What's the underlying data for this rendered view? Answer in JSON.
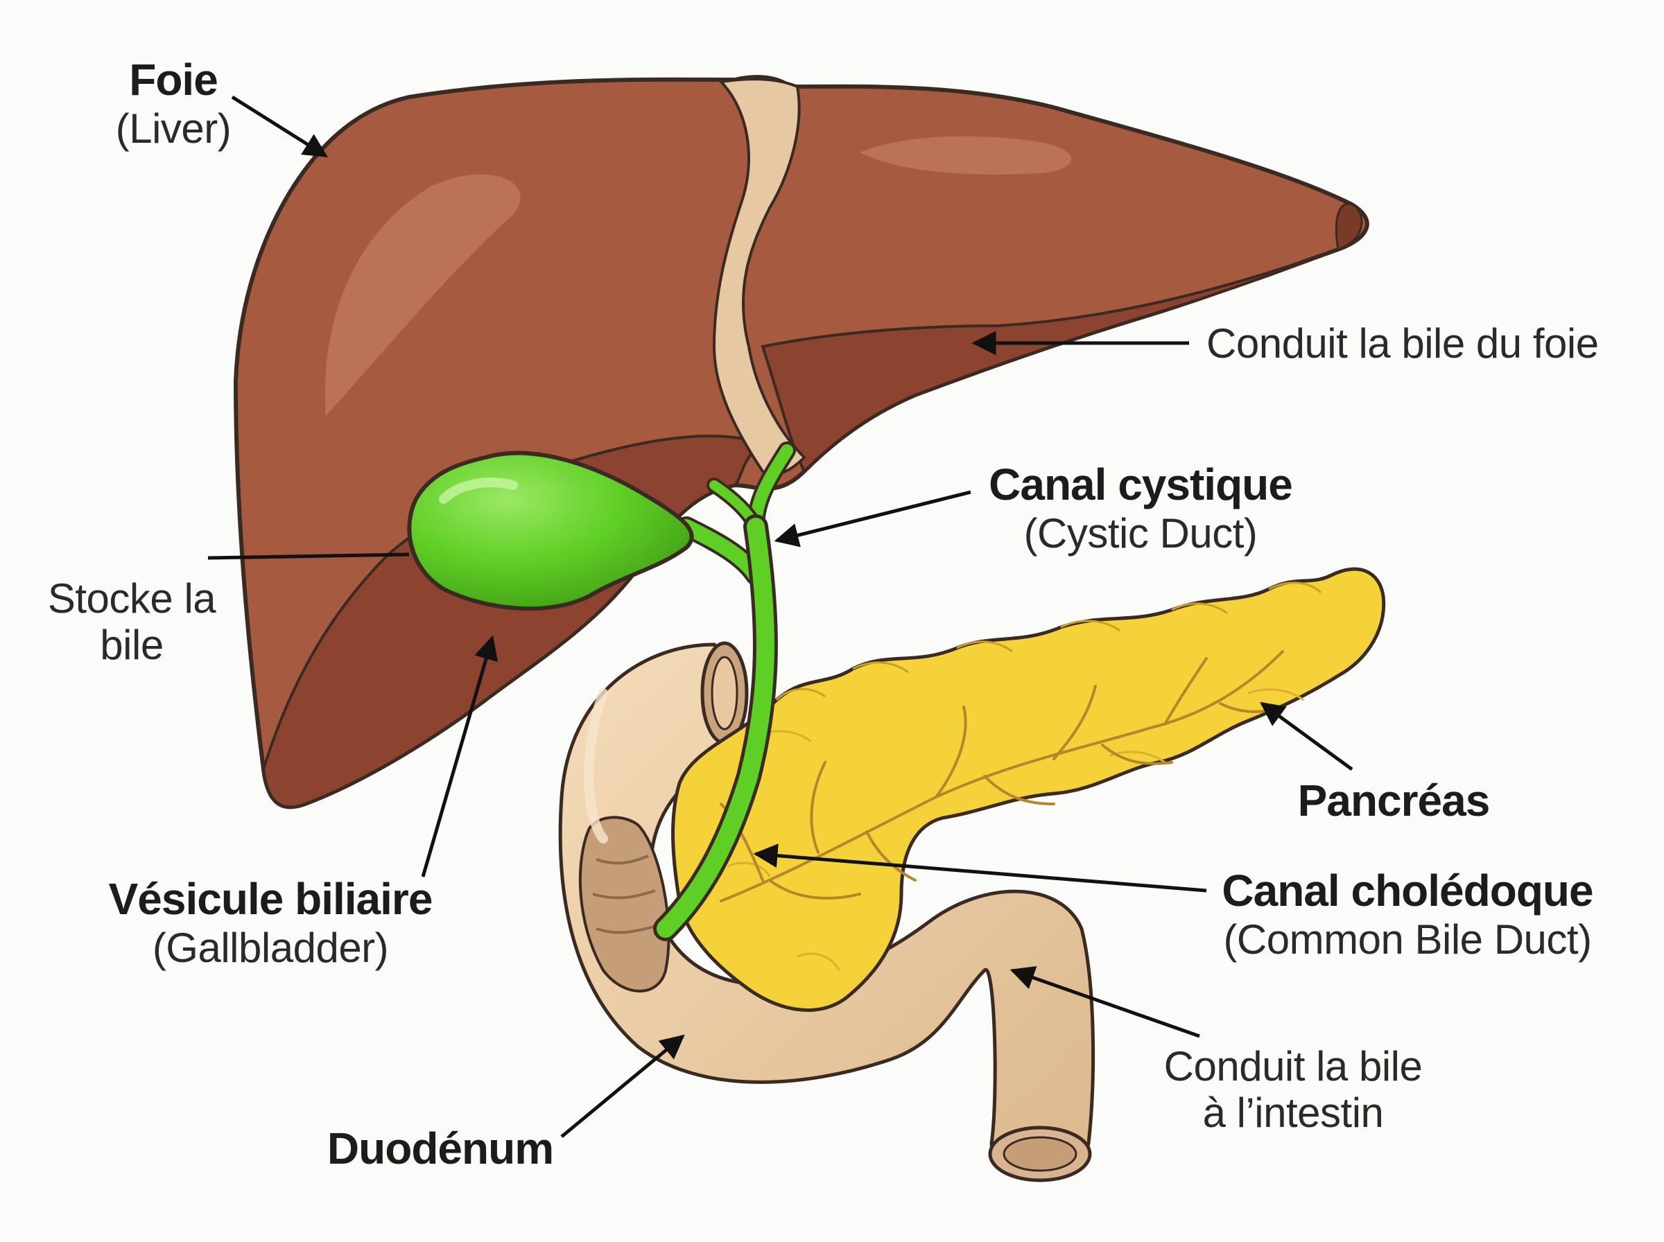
{
  "labels": {
    "liver": {
      "fr": "Foie",
      "en": "(Liver)"
    },
    "liver_function": {
      "text": "Conduit la bile du foie"
    },
    "cystic_duct": {
      "fr": "Canal cystique",
      "en": "(Cystic Duct)"
    },
    "gallbladder_function": {
      "line1": "Stocke la",
      "line2": "bile"
    },
    "pancreas": {
      "fr": "Pancréas"
    },
    "common_bile_duct": {
      "fr": "Canal cholédoque",
      "en": "(Common Bile Duct)"
    },
    "gallbladder": {
      "fr": "Vésicule biliaire",
      "en": "(Gallbladder)"
    },
    "duct_function": {
      "line1": "Conduit la bile",
      "line2": "à l’intestin"
    },
    "duodenum": {
      "fr": "Duodénum"
    }
  },
  "colors": {
    "liver": "#a65a3f",
    "liver_shadow": "#8c4330",
    "ligament": "#e6c8a2",
    "gallbladder": "#5fcf25",
    "pancreas": "#f5d23a",
    "duodenum": "#edcfa8",
    "outline": "#3a2a22",
    "arrow": "#111111"
  }
}
